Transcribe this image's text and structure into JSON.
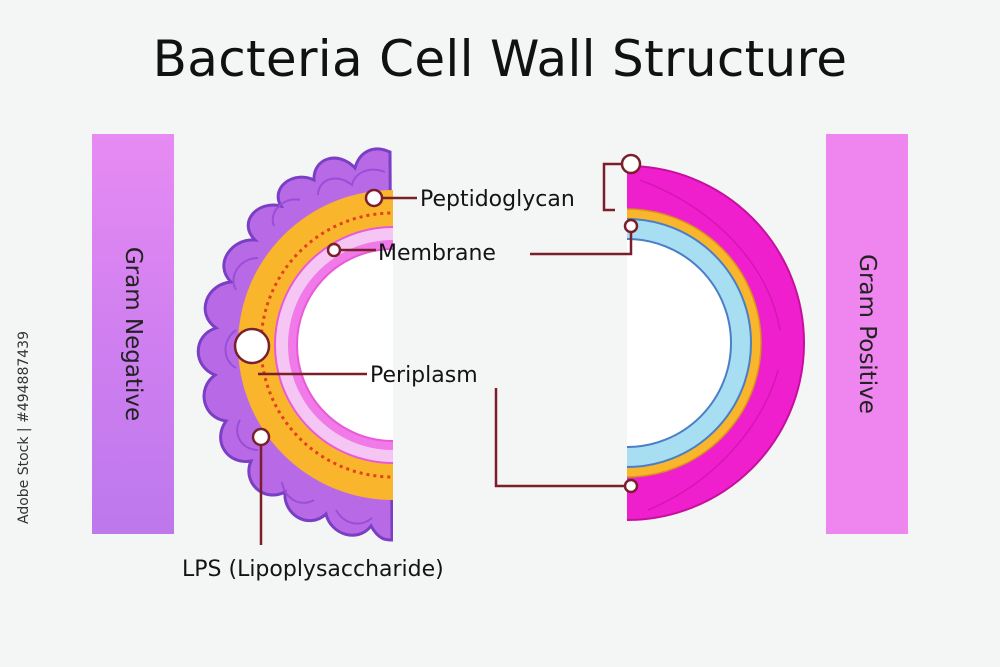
{
  "title": "Bacteria Cell Wall Structure",
  "left_panel": {
    "label": "Gram Negative"
  },
  "right_panel": {
    "label": "Gram Positive"
  },
  "labels": {
    "peptidoglycan": "Peptidoglycan",
    "membrane": "Membrane",
    "periplasm": "Periplasm",
    "lps": "LPS (Lipoplysaccharide)"
  },
  "watermark": {
    "stock_id": "Adobe Stock | #494887439"
  },
  "colors": {
    "lps_purple": "#b86ae6",
    "peptidoglycan_orange": "#f9b52b",
    "membrane_pink": "#f39cf0",
    "gram_positive_wall": "#f01fcd",
    "inner_membrane_blue": "#a8def2",
    "leader_line": "#7b1f2d"
  }
}
